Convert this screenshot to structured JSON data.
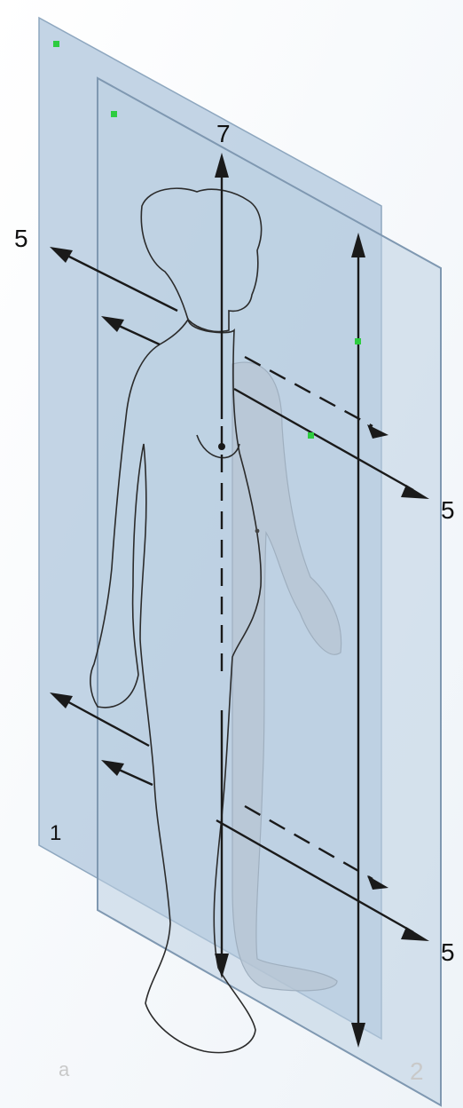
{
  "labels": {
    "plane_1": "1",
    "plane_2": "2",
    "vertical_axis": "7",
    "arrow_upper_left": "5",
    "arrow_upper_right": "5",
    "arrow_lower_right": "5",
    "panel": "a"
  },
  "colors": {
    "plane_fill": "#b8cde1",
    "plane_edge": "#8ea7bf",
    "body": "#c9c9c9",
    "body_behind": "#b0b8c2",
    "marker": "#2ecc40",
    "ink": "#1a1a1a"
  }
}
